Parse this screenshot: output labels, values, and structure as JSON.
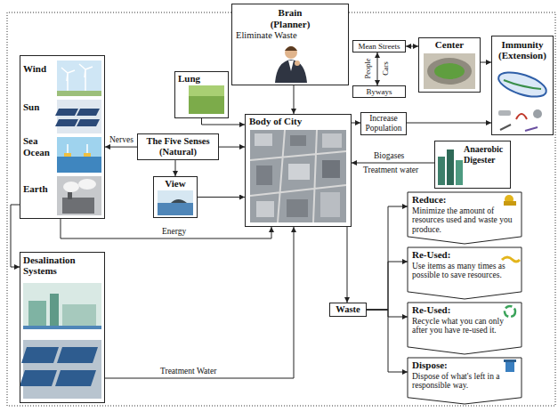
{
  "diagram": {
    "nodes": [
      {
        "text": [
          "Brain (Planner)",
          "Eliminate Waste"
        ]
      },
      {
        "text": [
          "Lung"
        ]
      },
      {
        "text": [
          "Mean Streets"
        ]
      },
      {
        "text": [
          "Center"
        ]
      },
      {
        "text": [
          "Byways"
        ]
      },
      {
        "text": [
          "Immunity (Extension)"
        ]
      },
      {
        "text": [
          "Wind",
          "Sun",
          "Sea Ocean",
          "Earth"
        ]
      },
      {
        "text": [
          "The Five Senses (Natural)"
        ]
      },
      {
        "text": [
          "Body of City"
        ]
      },
      {
        "text": [
          "Increase Population"
        ]
      },
      {
        "text": [
          "View"
        ]
      },
      {
        "text": [
          "Anaerobic Digester"
        ]
      },
      {
        "text": [
          "Reduce:",
          "Minimize the amount of resources used and waste you produce."
        ]
      },
      {
        "text": [
          "Re-Used:",
          "Use items as many times as possible to save resources."
        ]
      },
      {
        "text": [
          "Waste"
        ]
      },
      {
        "text": [
          "Re-Used:",
          "Recycle what you can only after you have re-used it."
        ]
      },
      {
        "text": [
          "Desalination Systems"
        ]
      },
      {
        "text": [
          "Dispose:",
          "Dispose of what's left in a responsible way."
        ]
      }
    ],
    "edges": [
      {
        "from": 0,
        "to": 8,
        "arrow": "to"
      },
      {
        "from": 1,
        "to": 8,
        "arrow": "to"
      },
      {
        "from": 2,
        "to": 3,
        "arrow": "both"
      },
      {
        "from": 2,
        "to": 4,
        "arrow": "both"
      },
      {
        "from": 3,
        "to": 5,
        "arrow": "to"
      },
      {
        "from": 7,
        "to": 6,
        "label": "Nerves",
        "arrow": "to"
      },
      {
        "from": 7,
        "to": 8,
        "arrow": "to"
      },
      {
        "from": 7,
        "to": 10,
        "arrow": "to"
      },
      {
        "from": 10,
        "to": 8,
        "arrow": "to"
      },
      {
        "from": 6,
        "to": 8,
        "label": "Energy",
        "arrow": "to"
      },
      {
        "from": 6,
        "to": 16,
        "arrow": "to"
      },
      {
        "from": 8,
        "to": 9,
        "arrow": "to"
      },
      {
        "from": 9,
        "to": 5,
        "arrow": "to"
      },
      {
        "from": 11,
        "to": 8,
        "label": "Biogases",
        "arrow": "to"
      },
      {
        "from": 16,
        "to": 8,
        "label": "Treatment Water",
        "arrow": "to"
      },
      {
        "from": 8,
        "to": 14,
        "arrow": "to"
      },
      {
        "from": 14,
        "to": 12,
        "arrow": "to"
      },
      {
        "from": 14,
        "to": 13,
        "arrow": "to"
      },
      {
        "from": 14,
        "to": 15,
        "arrow": "to"
      },
      {
        "from": 14,
        "to": 17,
        "arrow": "to"
      }
    ],
    "labels": [
      "People",
      "Cars",
      "Treatment water"
    ]
  }
}
